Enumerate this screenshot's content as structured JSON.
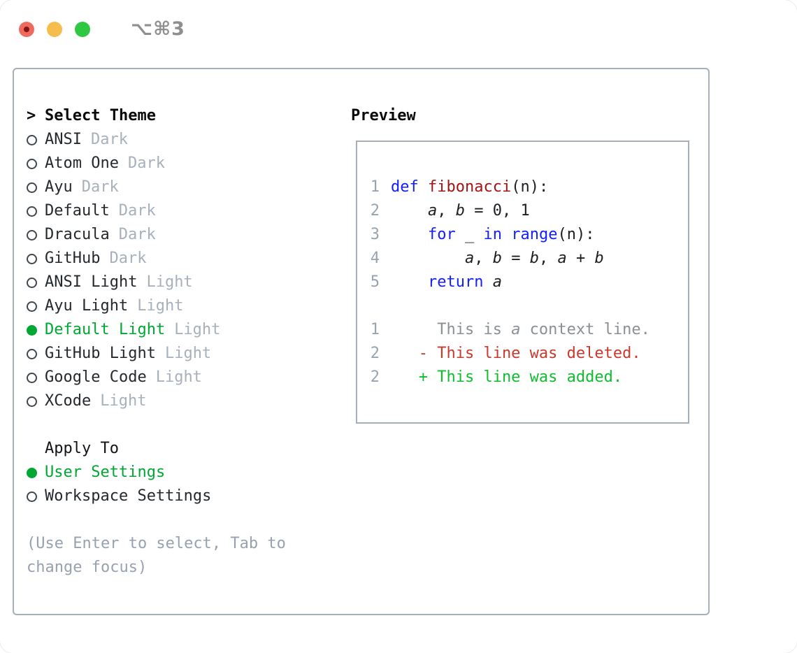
{
  "titlebar": {
    "title": "⌥⌘3"
  },
  "theme_list": {
    "header_prefix": ">",
    "header": "Select Theme",
    "items": [
      {
        "name": "ANSI",
        "variant": "Dark",
        "selected": false
      },
      {
        "name": "Atom One",
        "variant": "Dark",
        "selected": false
      },
      {
        "name": "Ayu",
        "variant": "Dark",
        "selected": false
      },
      {
        "name": "Default",
        "variant": "Dark",
        "selected": false
      },
      {
        "name": "Dracula",
        "variant": "Dark",
        "selected": false
      },
      {
        "name": "GitHub",
        "variant": "Dark",
        "selected": false
      },
      {
        "name": "ANSI Light",
        "variant": "Light",
        "selected": false
      },
      {
        "name": "Ayu Light",
        "variant": "Light",
        "selected": false
      },
      {
        "name": "Default Light",
        "variant": "Light",
        "selected": true
      },
      {
        "name": "GitHub Light",
        "variant": "Light",
        "selected": false
      },
      {
        "name": "Google Code",
        "variant": "Light",
        "selected": false
      },
      {
        "name": "XCode",
        "variant": "Light",
        "selected": false
      }
    ]
  },
  "apply_to": {
    "header": "Apply To",
    "options": [
      {
        "label": "User Settings",
        "selected": true
      },
      {
        "label": "Workspace Settings",
        "selected": false
      }
    ]
  },
  "help_text": {
    "line1": "(Use Enter to select, Tab to",
    "line2": "change focus)"
  },
  "preview": {
    "header": "Preview",
    "lines": [
      {
        "num": "1",
        "segments": [
          [
            "def ",
            "kw"
          ],
          [
            "fibonacci",
            "fn"
          ],
          [
            "(n):",
            "pl"
          ]
        ]
      },
      {
        "num": "2",
        "segments": [
          [
            "    ",
            "pl"
          ],
          [
            "a",
            "var"
          ],
          [
            ", ",
            "pl"
          ],
          [
            "b",
            "var"
          ],
          [
            " = 0, 1",
            "pl"
          ]
        ]
      },
      {
        "num": "3",
        "segments": [
          [
            "    ",
            "pl"
          ],
          [
            "for",
            "kw"
          ],
          [
            " _ ",
            "pl"
          ],
          [
            "in",
            "kw"
          ],
          [
            " ",
            "pl"
          ],
          [
            "range",
            "kw"
          ],
          [
            "(n):",
            "pl"
          ]
        ]
      },
      {
        "num": "4",
        "segments": [
          [
            "        ",
            "pl"
          ],
          [
            "a",
            "var"
          ],
          [
            ", ",
            "pl"
          ],
          [
            "b",
            "var"
          ],
          [
            " = ",
            "pl"
          ],
          [
            "b",
            "var"
          ],
          [
            ", ",
            "pl"
          ],
          [
            "a",
            "var"
          ],
          [
            " + ",
            "pl"
          ],
          [
            "b",
            "var"
          ]
        ]
      },
      {
        "num": "5",
        "segments": [
          [
            "    ",
            "pl"
          ],
          [
            "return",
            "kw"
          ],
          [
            " ",
            "pl"
          ],
          [
            "a",
            "var"
          ]
        ]
      },
      {
        "num": "",
        "segments": []
      },
      {
        "num": "1",
        "segments": [
          [
            "     This is ",
            "ctx"
          ],
          [
            "a",
            "ctxi"
          ],
          [
            " context line.",
            "ctx"
          ]
        ]
      },
      {
        "num": "2",
        "segments": [
          [
            "   - This line was deleted.",
            "del"
          ]
        ]
      },
      {
        "num": "2",
        "segments": [
          [
            "   + This line was added.",
            "add"
          ]
        ]
      }
    ]
  },
  "colors": {
    "selection_green": "#00a732",
    "diff_added_green": "#10bd2f",
    "diff_deleted_red": "#cb382d",
    "keyword_blue": "#1420fb",
    "function_red": "#a31515",
    "variant_gray": "#a8b0bc",
    "panel_border_gray": "#a6aeb8",
    "traffic_red": "#ee6a5f",
    "traffic_yellow": "#f5bd4b",
    "traffic_green": "#30c843"
  }
}
